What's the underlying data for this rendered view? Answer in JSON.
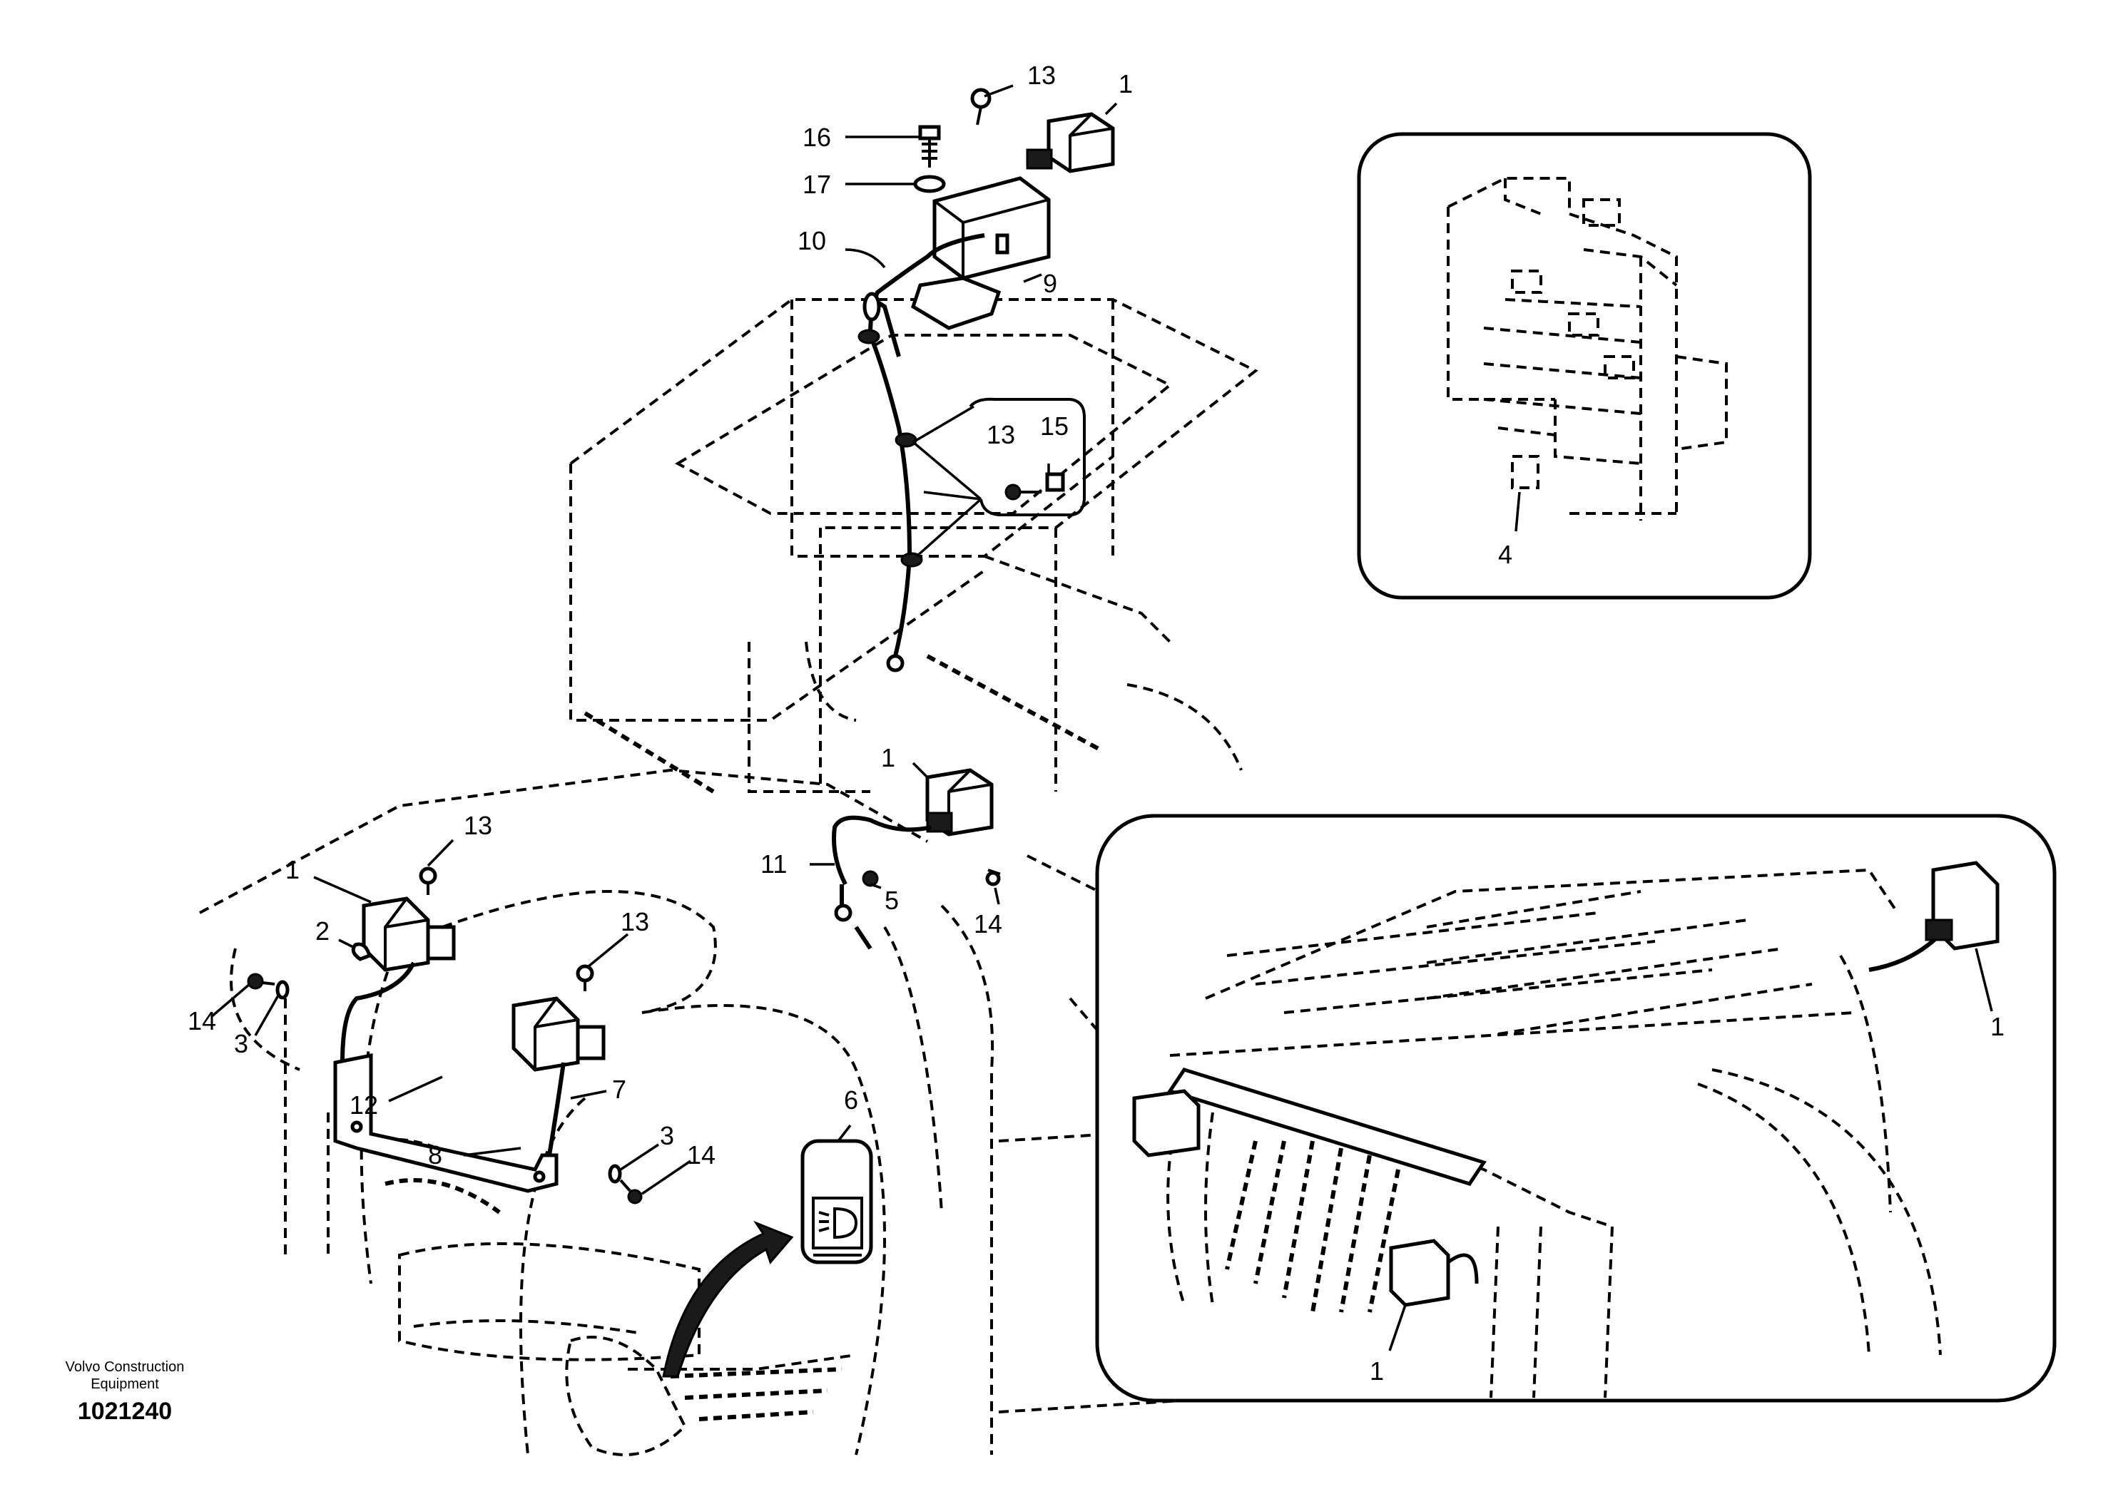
{
  "labels": {
    "l13a": "13",
    "l1a": "1",
    "l16": "16",
    "l17": "17",
    "l10": "10",
    "l9": "9",
    "l13b": "13",
    "l15": "15",
    "l4": "4",
    "l1b": "1",
    "l11": "11",
    "l5": "5",
    "l14a": "14",
    "l13c": "13",
    "l1c": "1",
    "l2": "2",
    "l14b": "14",
    "l3a": "3",
    "l13d": "13",
    "l12": "12",
    "l7": "7",
    "l8": "8",
    "l3b": "3",
    "l14c": "14",
    "l6": "6",
    "l1d": "1",
    "l1e": "1"
  },
  "footer": {
    "company": "Volvo Construction Equipment",
    "doc_number": "1021240"
  }
}
